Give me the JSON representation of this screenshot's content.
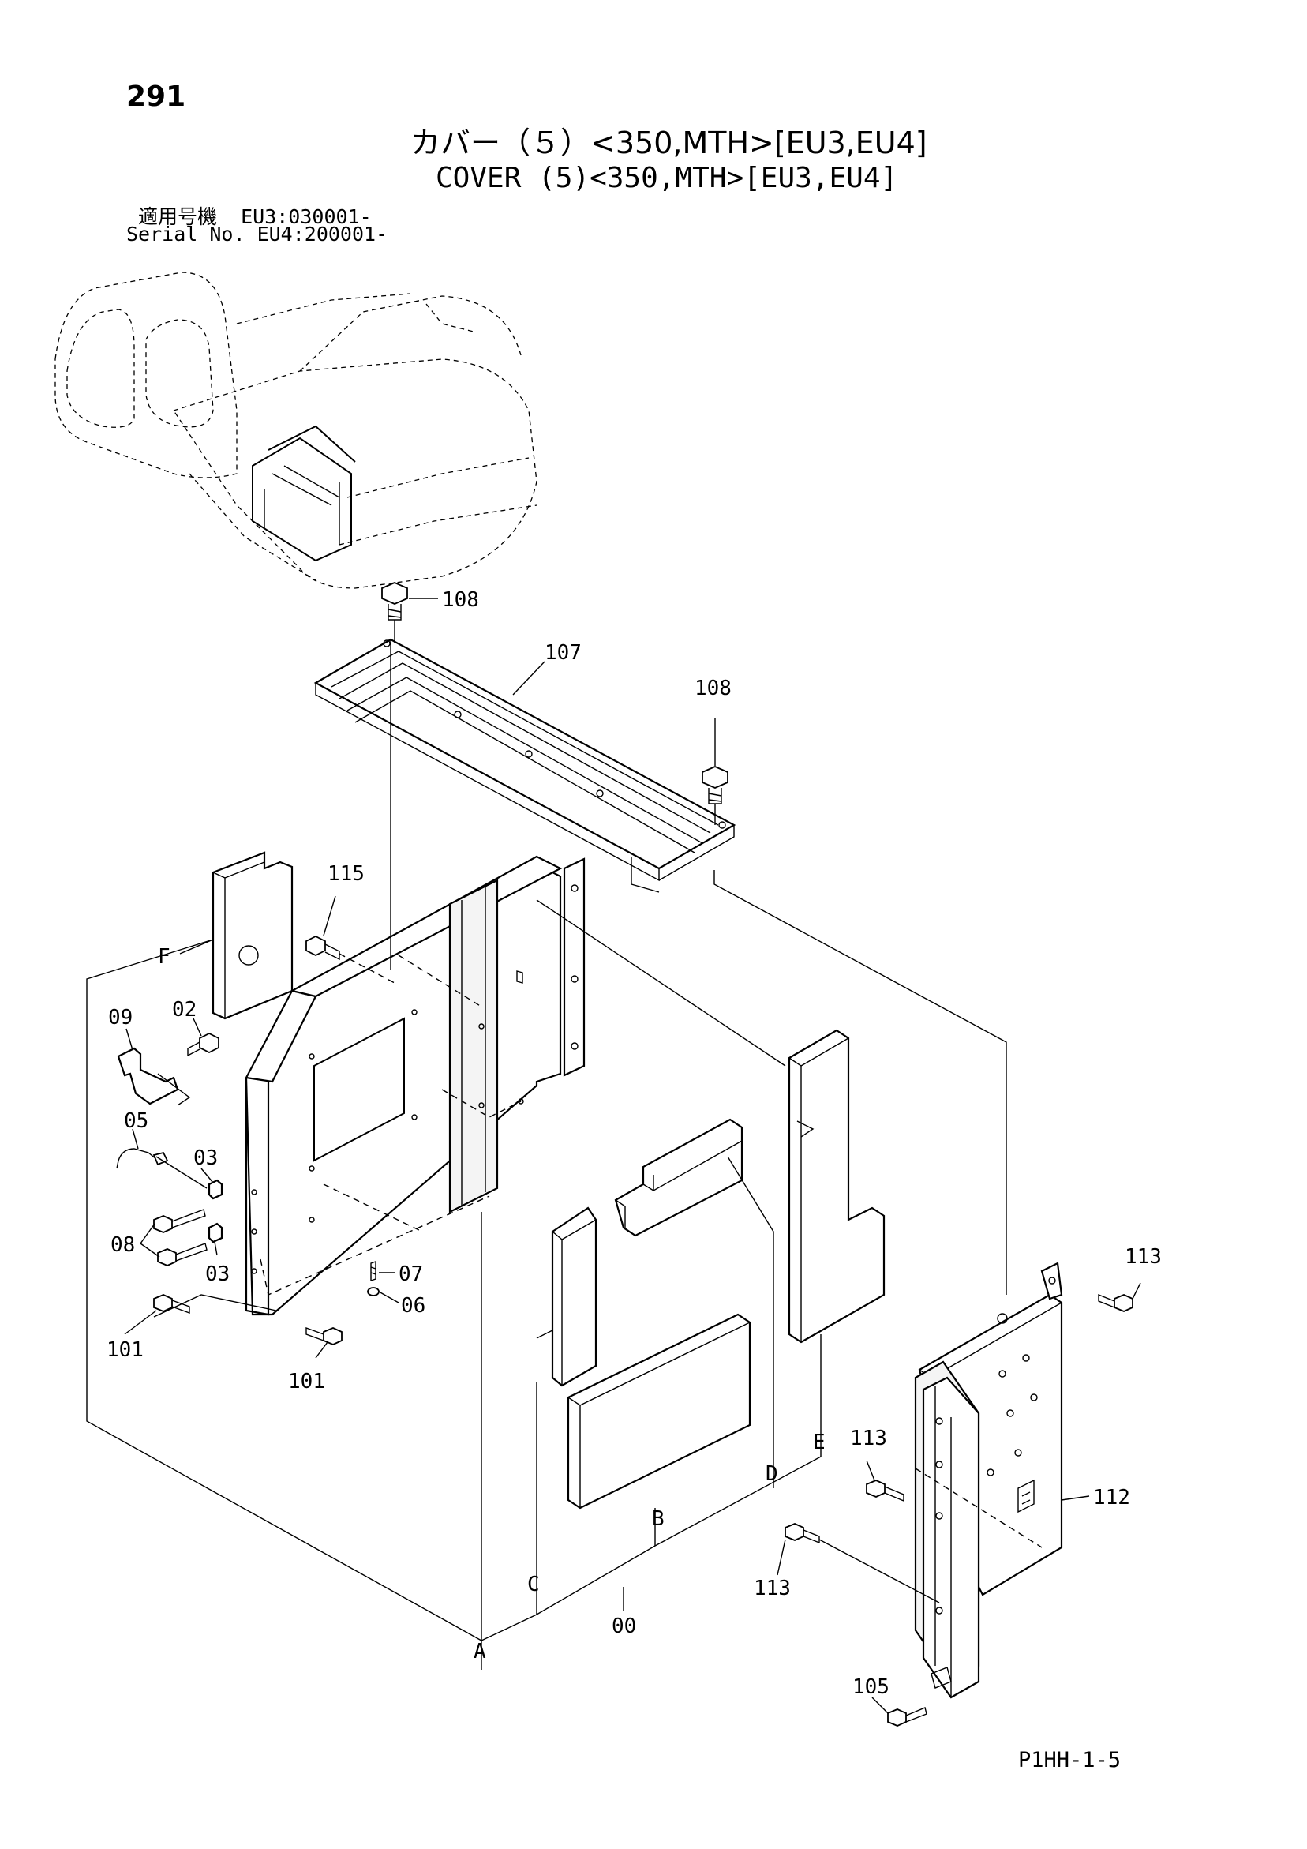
{
  "header": {
    "page_number": "291",
    "title_jp": "カバー（５）<350,MTH>[EU3,EU4]",
    "title_en": "COVER (5)<350,MTH>[EU3,EU4]",
    "serial_jp": "適用号機  EU3:030001-",
    "serial_en": "Serial No. EU4:200001-"
  },
  "callouts": {
    "c108a": "108",
    "c107": "107",
    "c108b": "108",
    "c115": "115",
    "cF": "F",
    "c09": "09",
    "c02": "02",
    "c05": "05",
    "c03a": "03",
    "c08": "08",
    "c03b": "03",
    "c07": "07",
    "c06": "06",
    "c101a": "101",
    "c101b": "101",
    "c113a": "113",
    "c113b": "113",
    "c113c": "113",
    "c112": "112",
    "c105": "105",
    "cA": "A",
    "cB": "B",
    "cC": "C",
    "cD": "D",
    "cE": "E",
    "c00": "00"
  },
  "footer": {
    "code": "P1HH-1-5"
  }
}
